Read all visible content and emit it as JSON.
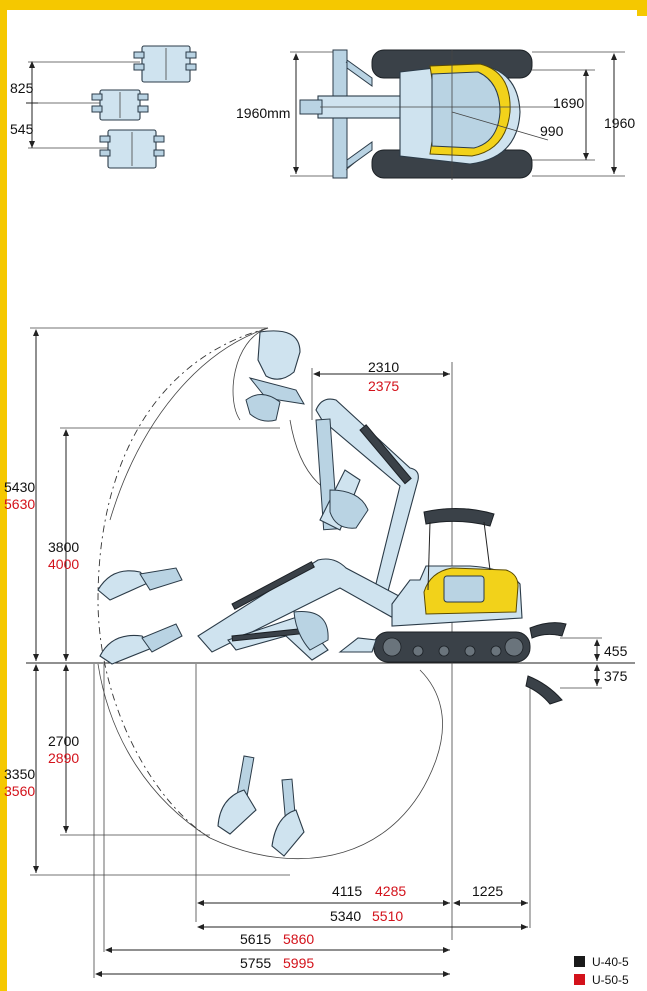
{
  "dimensions": {
    "bucket_offset_left": "825",
    "bucket_offset_right": "545",
    "blade_width": "1960mm",
    "track_gauge": "1690",
    "overall_width": "1960",
    "tail_radius": "990",
    "max_height": {
      "black": "5430",
      "red": "5630"
    },
    "dump_height": {
      "black": "3800",
      "red": "4000"
    },
    "dig_depth": {
      "black": "3350",
      "red": "3560"
    },
    "vertical_wall_depth": {
      "black": "2700",
      "red": "2890"
    },
    "min_swing_radius": {
      "black": "2310",
      "red": "2375"
    },
    "blade_height": "455",
    "blade_depth": "375",
    "reach_a": {
      "black": "4115",
      "red": "4285"
    },
    "tail_length": "1225",
    "reach_b": {
      "black": "5340",
      "red": "5510"
    },
    "reach_c": {
      "black": "5615",
      "red": "5860"
    },
    "reach_d": {
      "black": "5755",
      "red": "5995"
    }
  },
  "legend": [
    {
      "label": "U-40-5",
      "color": "#1a1a1a"
    },
    {
      "label": "U-50-5",
      "color": "#d3121b"
    }
  ],
  "colors": {
    "frame": "#f5c800",
    "machine": "#cfe3ef",
    "cab": "#f2d21a",
    "red_values": "#d3121b"
  }
}
